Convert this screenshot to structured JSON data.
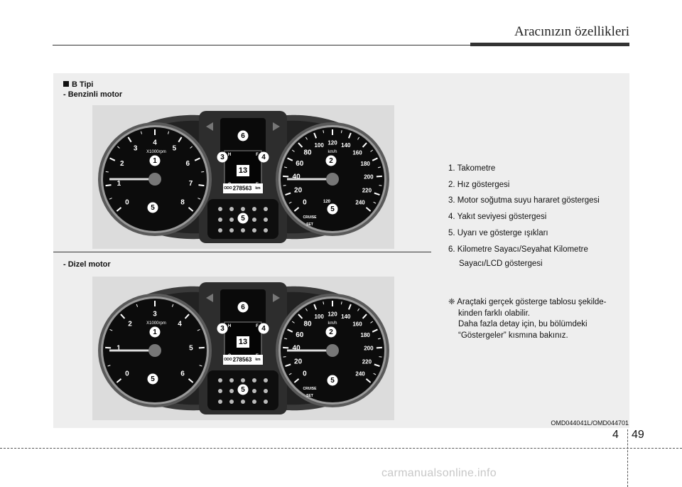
{
  "header": {
    "title": "Aracınızın özellikleri"
  },
  "section": {
    "heading": "B Tipi",
    "petrol_label": "- Benzinli motor",
    "diesel_label": "- Dizel motor"
  },
  "cluster_petrol": {
    "tach_numbers": [
      "0",
      "1",
      "2",
      "3",
      "4",
      "5",
      "6",
      "7",
      "8"
    ],
    "tach_unit": "X1000rpm",
    "speed_numbers": [
      "0",
      "20",
      "40",
      "60",
      "80",
      "100",
      "120",
      "140",
      "160",
      "180",
      "200",
      "220",
      "240"
    ],
    "speed_unit": "km/h",
    "odo_text": "278563",
    "odo_prefix": "ODO",
    "odo_unit": "km",
    "lcd_digits": "13",
    "cruise_text": "CRUISE",
    "set_text": "SET",
    "temp_h": "H",
    "temp_c": "C",
    "fuel_f": "F",
    "fuel_e": "E",
    "speed_sub": "120"
  },
  "cluster_diesel": {
    "tach_numbers": [
      "0",
      "1",
      "2",
      "3",
      "4",
      "5",
      "6"
    ],
    "tach_unit": "X1000rpm",
    "speed_numbers": [
      "0",
      "20",
      "40",
      "60",
      "80",
      "100",
      "120",
      "140",
      "160",
      "180",
      "200",
      "220",
      "240"
    ],
    "speed_unit": "km/h",
    "odo_text": "278563",
    "odo_prefix": "ODO",
    "odo_unit": "km",
    "lcd_digits": "13",
    "cruise_text": "CRUISE",
    "set_text": "SET",
    "temp_h": "H",
    "temp_c": "C",
    "fuel_f": "F",
    "fuel_e": "E"
  },
  "callouts": [
    "1",
    "2",
    "3",
    "4",
    "5",
    "6"
  ],
  "legend": [
    "1.  Takometre",
    "2.  Hız göstergesi",
    "3.  Motor soğutma suyu hararet göstergesi",
    "4.  Yakıt seviyesi göstergesi",
    "5.  Uyarı ve gösterge ışıkları",
    "6.  Kilometre Sayacı/Seyahat Kilometre"
  ],
  "legend_cont": "Sayacı/LCD göstergesi",
  "note": {
    "mark": "❈",
    "line1": "Araçtaki gerçek gösterge tablosu şekilde-",
    "line2": "kinden farklı olabilir.",
    "line3": "Daha fazla detay için, bu bölümdeki",
    "line4": "“Göstergeler” kısmına bakınız."
  },
  "figure_code": "OMD044041L/OMD044701",
  "footer": {
    "chapter": "4",
    "page": "49"
  },
  "watermark": "carmanualsonline.info"
}
